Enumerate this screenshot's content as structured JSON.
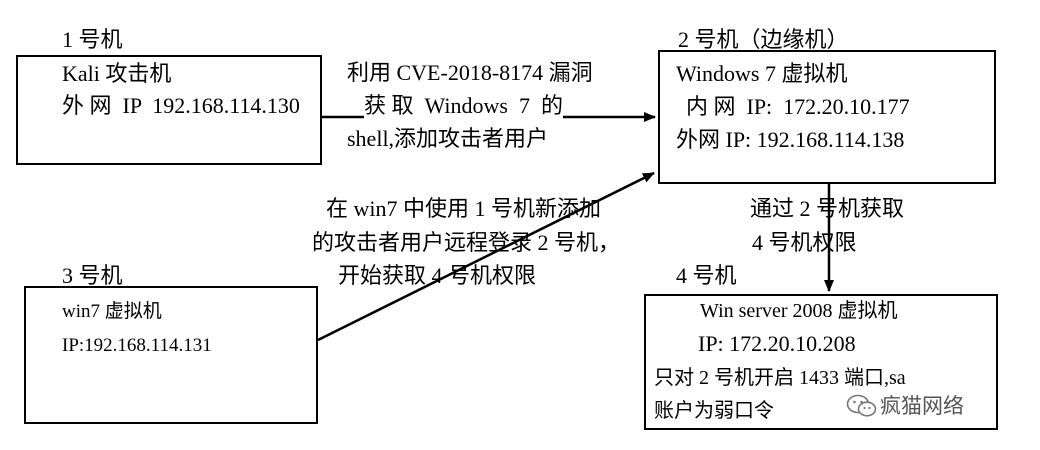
{
  "machines": {
    "m1": {
      "label": "1 号机",
      "lines": [
        "Kali 攻击机",
        "外 网  IP  192.168.114.130"
      ]
    },
    "m2": {
      "label": "2 号机（边缘机）",
      "lines": [
        "Windows 7 虚拟机",
        "内 网  IP:  172.20.10.177",
        "外网 IP: 192.168.114.138"
      ]
    },
    "m3": {
      "label": "3 号机",
      "lines": [
        "win7 虚拟机",
        "IP:192.168.114.131"
      ]
    },
    "m4": {
      "label": "4 号机",
      "lines": [
        "Win server 2008 虚拟机",
        "IP: 172.20.10.208",
        "只对 2 号机开启 1433 端口,sa",
        "账户为弱口令"
      ]
    }
  },
  "edges": {
    "m1_to_m2": {
      "lines": [
        "利用 CVE-2018-8174 漏洞",
        "获 取  Windows  7  的",
        "shell,添加攻击者用户"
      ]
    },
    "m3_to_m2": {
      "lines": [
        "在 win7 中使用 1 号机新添加",
        "的攻击者用户远程登录 2 号机，",
        "开始获取 4 号机权限"
      ]
    },
    "m2_to_m4": {
      "lines": [
        "通过 2 号机获取",
        "4 号机权限"
      ]
    }
  },
  "watermark": {
    "text": "疯猫网络",
    "icon": "wechat-icon"
  },
  "colors": {
    "line": "#000000",
    "background": "#ffffff",
    "watermark": "#555555"
  }
}
